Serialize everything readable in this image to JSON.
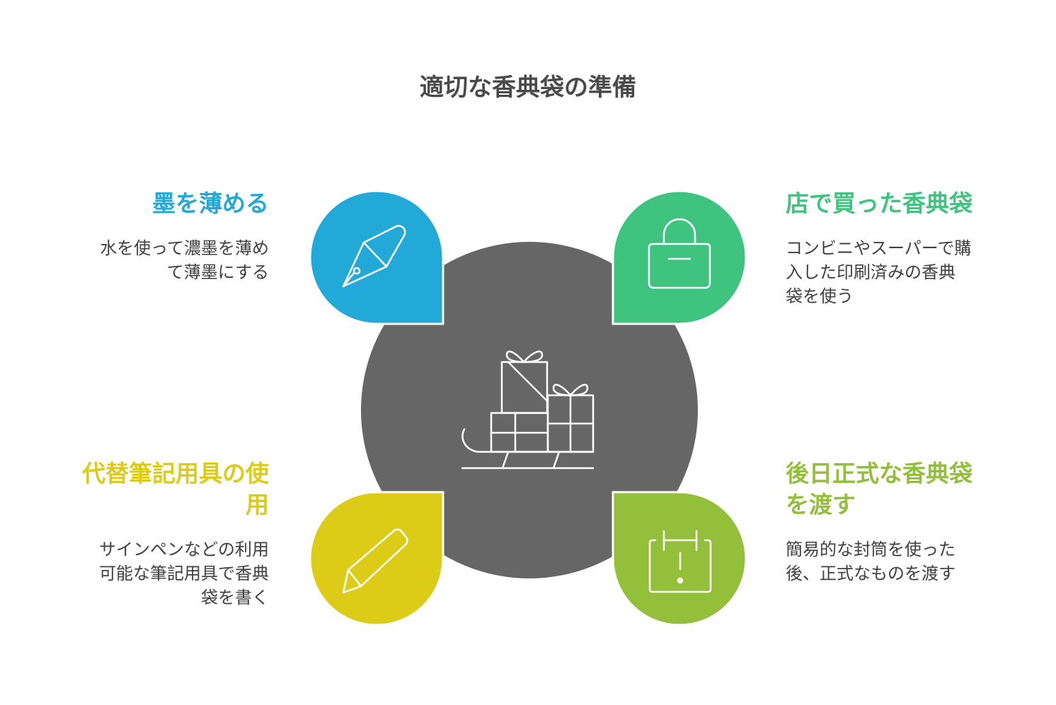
{
  "title": "適切な香典袋の準備",
  "colors": {
    "center": "#666666",
    "blue": "#22a9d8",
    "green": "#3ec47f",
    "yellow": "#dccb17",
    "lime": "#93bf3a"
  },
  "center": {
    "icon": "sleigh-gifts-icon"
  },
  "items": [
    {
      "id": "top-left",
      "heading": [
        "墨を薄める"
      ],
      "desc": [
        "水を使って濃墨を薄め",
        "て薄墨にする"
      ],
      "color": "#22a9d8",
      "icon": "fountain-pen-icon"
    },
    {
      "id": "top-right",
      "heading": [
        "店で買った香典袋"
      ],
      "desc": [
        "コンビニやスーパーで購",
        "入した印刷済みの香典",
        "袋を使う"
      ],
      "color": "#3ec47f",
      "icon": "bag-icon"
    },
    {
      "id": "bottom-left",
      "heading": [
        "代替筆記用具の使",
        "用"
      ],
      "desc": [
        "サインペンなどの利用",
        "可能な筆記用具で香典",
        "袋を書く"
      ],
      "color": "#dccb17",
      "icon": "pencil-icon"
    },
    {
      "id": "bottom-right",
      "heading": [
        "後日正式な香典袋",
        "を渡す"
      ],
      "desc": [
        "簡易的な封筒を使った",
        "後、正式なものを渡す"
      ],
      "color": "#93bf3a",
      "icon": "calendar-alert-icon"
    }
  ]
}
